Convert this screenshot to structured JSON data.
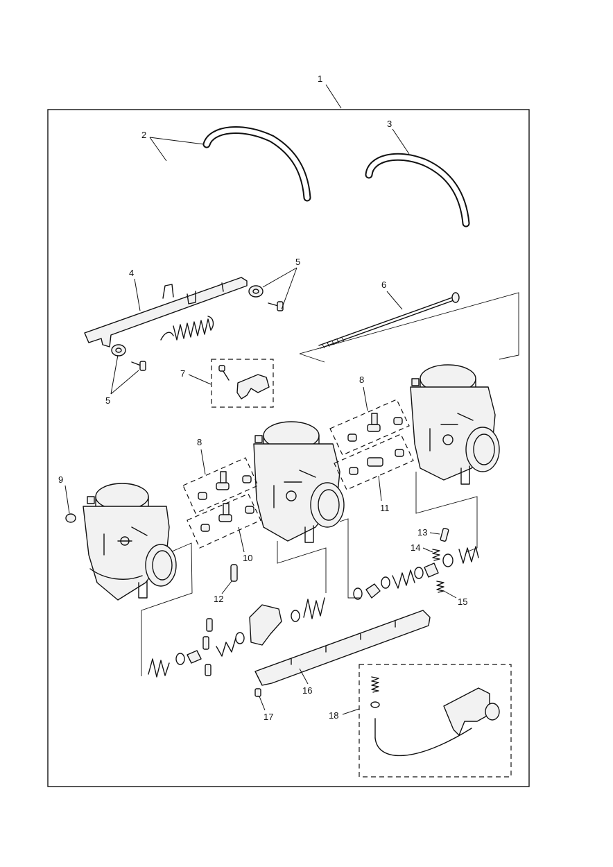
{
  "callouts": [
    "1",
    "2",
    "3",
    "4",
    "5",
    "5",
    "6",
    "7",
    "8",
    "8",
    "9",
    "10",
    "11",
    "12",
    "13",
    "14",
    "15",
    "16",
    "17",
    "18"
  ]
}
